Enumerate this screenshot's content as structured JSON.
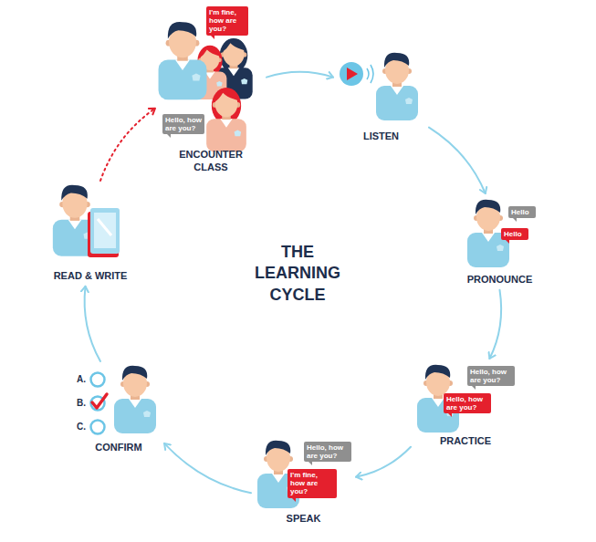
{
  "diagram": {
    "title": "THE LEARNING CYCLE",
    "nodes": [
      {
        "text": [
          "ENCOUNTER CLASS"
        ]
      },
      {
        "text": [
          "I'm fine, how are you?"
        ],
        "in": 0
      },
      {
        "text": [
          "Hello, how are you?"
        ],
        "in": 0
      },
      {
        "text": [
          "LISTEN"
        ]
      },
      {
        "text": [
          "PRONOUNCE"
        ]
      },
      {
        "text": [
          "Hello"
        ],
        "in": 4
      },
      {
        "text": [
          "Hello"
        ],
        "in": 4
      },
      {
        "text": [
          "PRACTICE"
        ]
      },
      {
        "text": [
          "Hello, how are you?"
        ],
        "in": 7
      },
      {
        "text": [
          "Hello, how are you?"
        ],
        "in": 7
      },
      {
        "text": [
          "SPEAK"
        ]
      },
      {
        "text": [
          "Hello, how are you?"
        ],
        "in": 10
      },
      {
        "text": [
          "I'm fine, how are you?"
        ],
        "in": 10
      },
      {
        "text": [
          "CONFIRM"
        ]
      },
      {
        "text": [
          "READ & WRITE"
        ]
      }
    ],
    "edges": [
      {
        "from": 0,
        "to": 3,
        "arrow": "to"
      },
      {
        "from": 3,
        "to": 4,
        "arrow": "to"
      },
      {
        "from": 4,
        "to": 7,
        "arrow": "to"
      },
      {
        "from": 7,
        "to": 10,
        "arrow": "to"
      },
      {
        "from": 10,
        "to": 13,
        "arrow": "to"
      },
      {
        "from": 13,
        "to": 14,
        "arrow": "to"
      },
      {
        "from": 14,
        "to": 0,
        "arrow": "to"
      }
    ],
    "labels": [
      "A.",
      "B.",
      "C."
    ]
  }
}
